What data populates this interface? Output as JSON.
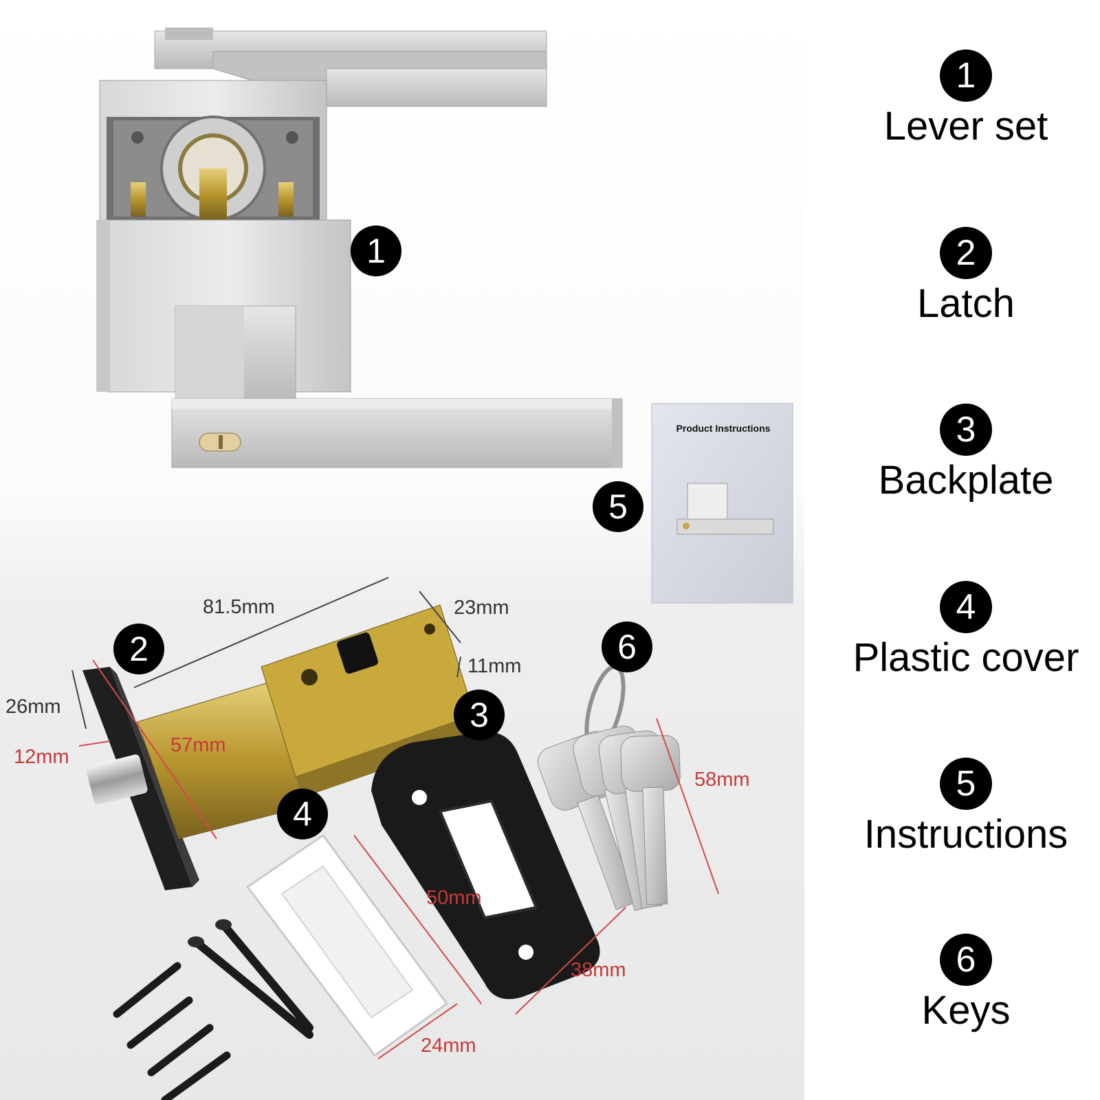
{
  "legend": [
    {
      "number": "1",
      "label": "Lever set"
    },
    {
      "number": "2",
      "label": "Latch"
    },
    {
      "number": "3",
      "label": "Backplate"
    },
    {
      "number": "4",
      "label": "Plastic cover"
    },
    {
      "number": "5",
      "label": "Instructions"
    },
    {
      "number": "6",
      "label": "Keys"
    }
  ],
  "badges": {
    "lever": "1",
    "latch": "2",
    "backplate": "3",
    "cover": "4",
    "manual": "5",
    "keys": "6"
  },
  "dimensions": {
    "latch_length": "81.5mm",
    "latch_width": "23mm",
    "latch_tab": "11mm",
    "faceplate_height": "26mm",
    "bolt": "12mm",
    "backset": "57mm",
    "backplate_height": "50mm",
    "backplate_width": "38mm",
    "cover_width": "24mm",
    "key_length": "58mm"
  },
  "manual": {
    "title": "Product Instructions"
  },
  "colors": {
    "badge": "#000000",
    "dimension_red": "#c63a3a",
    "dimension_dark": "#333333",
    "satin_nickel": "#cfcfcf",
    "brass": "#b8962e",
    "black_finish": "#1a1a1a"
  }
}
